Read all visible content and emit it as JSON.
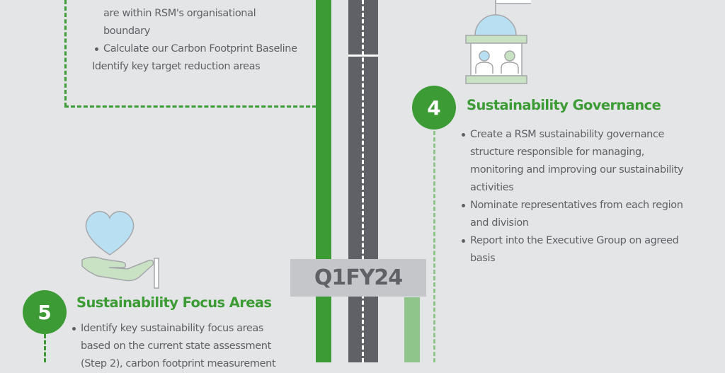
{
  "step3": {
    "lines": [
      "are within RSM's organisational",
      "boundary",
      "Calculate our Carbon Footprint Baseline",
      "Identify key target reduction areas"
    ]
  },
  "step4": {
    "number": "4",
    "title": "Sustainability Governance",
    "icon": "governance-building-icon",
    "bullets": [
      [
        "Create a RSM sustainability governance",
        "structure responsible for managing,",
        "monitoring and improving our sustainability",
        "activities"
      ],
      [
        "Nominate representatives from each region",
        "and division"
      ],
      [
        "Report into the Executive Group on agreed",
        "basis"
      ]
    ]
  },
  "step5": {
    "number": "5",
    "title": "Sustainability Focus Areas",
    "icon": "heart-in-hand-icon",
    "bullets": [
      [
        "Identify key sustainability focus areas",
        "based on the current state assessment",
        "(Step 2), carbon footprint measurement"
      ]
    ]
  },
  "timeline": {
    "milestone_label": "Q1FY24"
  },
  "colors": {
    "green": "#3c9b35",
    "light_green": "#8fc48a",
    "road": "#5f6166",
    "background": "#e4e5e7",
    "milestone_box": "#c4c6c9"
  }
}
